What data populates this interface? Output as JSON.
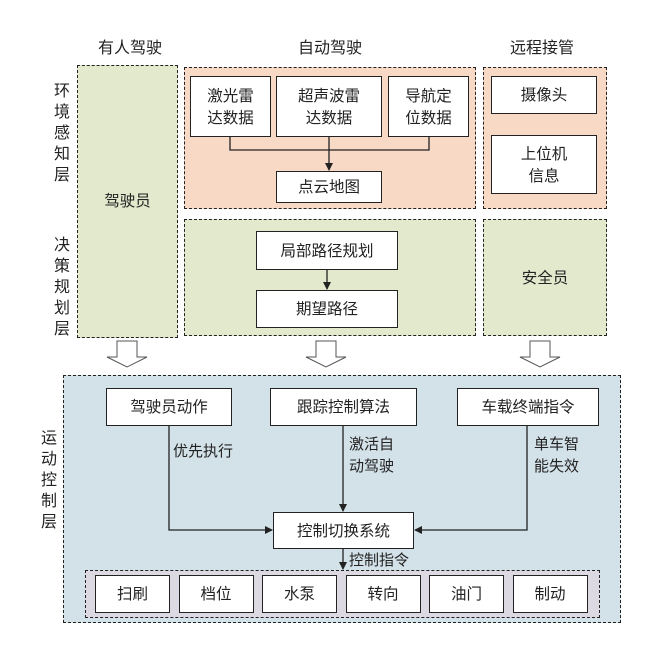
{
  "columns": {
    "manual": "有人驾驶",
    "auto": "自动驾驶",
    "remote": "远程接管"
  },
  "layers": {
    "perception": "环境感知层",
    "planning": "决策规划层",
    "control": "运动控制层"
  },
  "manual_zone": {
    "label": "驾驶员"
  },
  "perception_auto": {
    "lidar": [
      "激光雷",
      "达数据"
    ],
    "ultrasonic": [
      "超声波雷",
      "达数据"
    ],
    "nav": [
      "导航定",
      "位数据"
    ],
    "pointcloud": "点云地图"
  },
  "perception_remote": {
    "camera": "摄像头",
    "host": [
      "上位机",
      "信息"
    ]
  },
  "planning_auto": {
    "local_path": "局部路径规划",
    "desired_path": "期望路径"
  },
  "planning_remote": {
    "label": "安全员"
  },
  "control": {
    "driver_action": "驾驶员动作",
    "tracking": "跟踪控制算法",
    "terminal_cmd": "车载终端指令",
    "priority_label": "优先执行",
    "activate_label": [
      "激活自",
      "动驾驶"
    ],
    "failure_label": [
      "单车智",
      "能失效"
    ],
    "switch_system": "控制切换系统",
    "cmd_label": "控制指令",
    "actuators": [
      "扫刷",
      "档位",
      "水泵",
      "转向",
      "油门",
      "制动"
    ]
  },
  "colors": {
    "perception_fill": "#f8d9c6",
    "planning_fill": "#e3e9cd",
    "control_fill": "#d3e1e8",
    "actuator_fill": "#ddd9e3"
  }
}
